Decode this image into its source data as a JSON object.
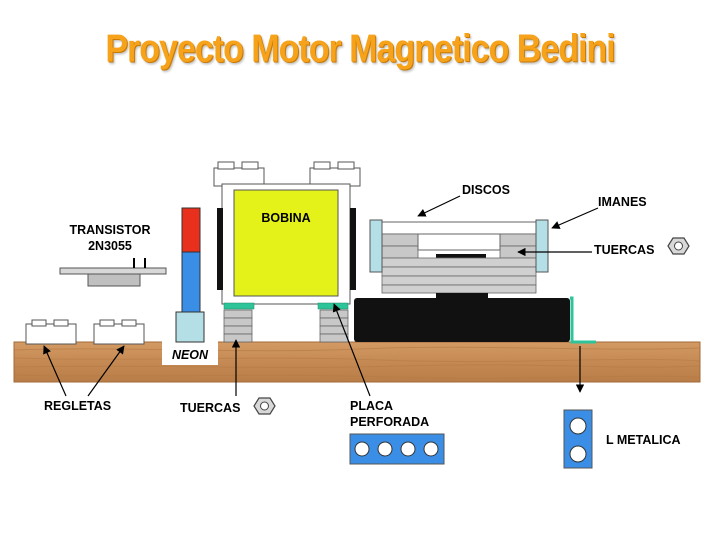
{
  "title": "Proyecto Motor Magnetico Bedini",
  "labels": {
    "bobina": "BOBINA",
    "discos": "DISCOS",
    "imanes": "IMANES",
    "transistor_line1": "TRANSISTOR",
    "transistor_line2": "2N3055",
    "tuercas_right": "TUERCAS",
    "neon": "NEON",
    "regletas": "REGLETAS",
    "tuercas_bottom": "TUERCAS",
    "placa_line1": "PLACA",
    "placa_line2": "PERFORADA",
    "l_metalica": "L METALICA"
  },
  "colors": {
    "title": "#f6a21a",
    "wood": "#c8905c",
    "coil": "#e4f21a",
    "neon_red": "#e8301c",
    "neon_blue": "#3a8ee6",
    "neon_base": "#b5dfe6",
    "plate": "#3a8ee6",
    "green_plate": "#2ec49a",
    "gray": "#c8c8c8"
  }
}
